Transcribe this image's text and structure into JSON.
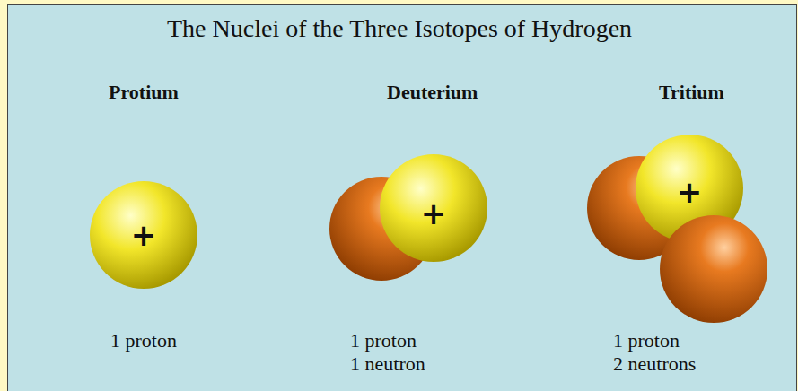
{
  "diagram": {
    "title": "The Nuclei of the Three Isotopes of Hydrogen",
    "nodes": [
      {
        "text": [
          "+"
        ]
      },
      {
        "text": [
          "+"
        ]
      },
      {
        "text": [
          "+"
        ]
      }
    ],
    "labels": [
      "Protium",
      "Deuterium",
      "Tritium",
      "1 proton",
      "1 proton",
      "1 neutron",
      "1 proton",
      "2 neutrons"
    ]
  }
}
